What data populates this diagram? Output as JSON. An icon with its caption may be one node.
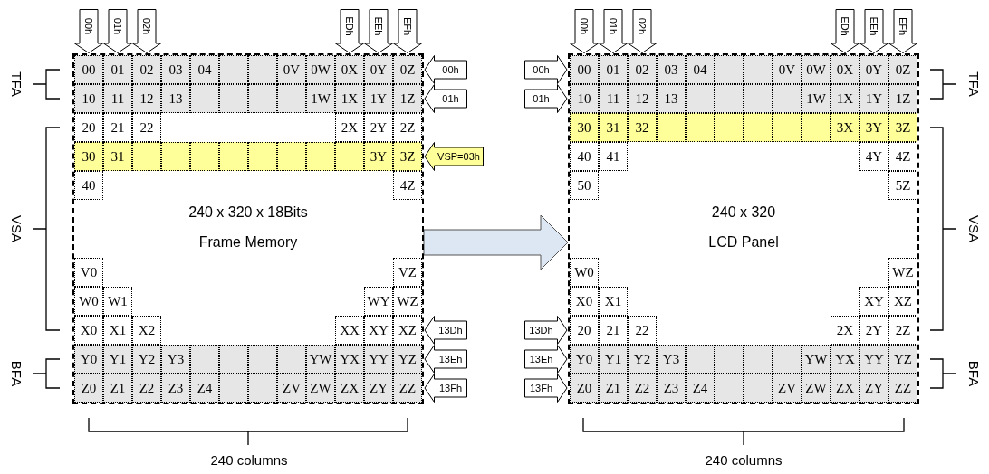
{
  "diagram": {
    "nodes": [
      {
        "text": [
          "240 x 320 x 18Bits",
          "Frame Memory"
        ]
      },
      {
        "text": [
          "00"
        ],
        "in": 0
      },
      {
        "text": [
          "01"
        ],
        "in": 0
      },
      {
        "text": [
          "02"
        ],
        "in": 0
      },
      {
        "text": [
          "03"
        ],
        "in": 0
      },
      {
        "text": [
          "04"
        ],
        "in": 0
      },
      {
        "text": [],
        "shape": "box",
        "in": 0
      },
      {
        "text": [],
        "shape": "box",
        "in": 0
      },
      {
        "text": [
          "0V"
        ],
        "in": 0
      },
      {
        "text": [
          "0W"
        ],
        "in": 0
      },
      {
        "text": [
          "0X"
        ],
        "in": 0
      },
      {
        "text": [
          "0Y"
        ],
        "in": 0
      },
      {
        "text": [
          "0Z"
        ],
        "in": 0
      },
      {
        "text": [
          "10"
        ],
        "in": 0
      },
      {
        "text": [
          "11"
        ],
        "in": 0
      },
      {
        "text": [
          "12"
        ],
        "in": 0
      },
      {
        "text": [
          "13"
        ],
        "in": 0
      },
      {
        "text": [],
        "shape": "box",
        "in": 0
      },
      {
        "text": [],
        "shape": "box",
        "in": 0
      },
      {
        "text": [],
        "shape": "box",
        "in": 0
      },
      {
        "text": [],
        "shape": "box",
        "in": 0
      },
      {
        "text": [
          "1W"
        ],
        "in": 0
      },
      {
        "text": [
          "1X"
        ],
        "in": 0
      },
      {
        "text": [
          "1Y"
        ],
        "in": 0
      },
      {
        "text": [
          "1Z"
        ],
        "in": 0
      },
      {
        "text": [
          "20"
        ],
        "in": 0
      },
      {
        "text": [
          "21"
        ],
        "in": 0
      },
      {
        "text": [
          "22"
        ],
        "in": 0
      },
      {
        "text": [
          "2X"
        ],
        "in": 0
      },
      {
        "text": [
          "2Y"
        ],
        "in": 0
      },
      {
        "text": [
          "2Z"
        ],
        "in": 0
      },
      {
        "text": [
          "30"
        ],
        "in": 0
      },
      {
        "text": [
          "31"
        ],
        "in": 0
      },
      {
        "text": [],
        "shape": "box",
        "in": 0
      },
      {
        "text": [],
        "shape": "box",
        "in": 0
      },
      {
        "text": [],
        "shape": "box",
        "in": 0
      },
      {
        "text": [],
        "shape": "box",
        "in": 0
      },
      {
        "text": [],
        "shape": "box",
        "in": 0
      },
      {
        "text": [],
        "shape": "box",
        "in": 0
      },
      {
        "text": [],
        "shape": "box",
        "in": 0
      },
      {
        "text": [],
        "shape": "box",
        "in": 0
      },
      {
        "text": [
          "3Y"
        ],
        "in": 0
      },
      {
        "text": [
          "3Z"
        ],
        "in": 0
      },
      {
        "text": [
          "40"
        ],
        "in": 0
      },
      {
        "text": [
          "4Z"
        ],
        "in": 0
      },
      {
        "text": [
          "V0"
        ],
        "in": 0
      },
      {
        "text": [
          "VZ"
        ],
        "in": 0
      },
      {
        "text": [
          "W0"
        ],
        "in": 0
      },
      {
        "text": [
          "W1"
        ],
        "in": 0
      },
      {
        "text": [
          "WY"
        ],
        "in": 0
      },
      {
        "text": [
          "WZ"
        ],
        "in": 0
      },
      {
        "text": [
          "X0"
        ],
        "in": 0
      },
      {
        "text": [
          "X1"
        ],
        "in": 0
      },
      {
        "text": [
          "X2"
        ],
        "in": 0
      },
      {
        "text": [
          "XX"
        ],
        "in": 0
      },
      {
        "text": [
          "XY"
        ],
        "in": 0
      },
      {
        "text": [
          "XZ"
        ],
        "in": 0
      },
      {
        "text": [
          "Y0"
        ],
        "in": 0
      },
      {
        "text": [
          "Y1"
        ],
        "in": 0
      },
      {
        "text": [
          "Y2"
        ],
        "in": 0
      },
      {
        "text": [
          "Y3"
        ],
        "in": 0
      },
      {
        "text": [],
        "shape": "box",
        "in": 0
      },
      {
        "text": [],
        "shape": "box",
        "in": 0
      },
      {
        "text": [],
        "shape": "box",
        "in": 0
      },
      {
        "text": [],
        "shape": "box",
        "in": 0
      },
      {
        "text": [
          "YW"
        ],
        "in": 0
      },
      {
        "text": [
          "YX"
        ],
        "in": 0
      },
      {
        "text": [
          "YY"
        ],
        "in": 0
      },
      {
        "text": [
          "YZ"
        ],
        "in": 0
      },
      {
        "text": [
          "Z0"
        ],
        "in": 0
      },
      {
        "text": [
          "Z1"
        ],
        "in": 0
      },
      {
        "text": [
          "Z2"
        ],
        "in": 0
      },
      {
        "text": [
          "Z3"
        ],
        "in": 0
      },
      {
        "text": [
          "Z4"
        ],
        "in": 0
      },
      {
        "text": [],
        "shape": "box",
        "in": 0
      },
      {
        "text": [],
        "shape": "box",
        "in": 0
      },
      {
        "text": [
          "ZV"
        ],
        "in": 0
      },
      {
        "text": [
          "ZW"
        ],
        "in": 0
      },
      {
        "text": [
          "ZX"
        ],
        "in": 0
      },
      {
        "text": [
          "ZY"
        ],
        "in": 0
      },
      {
        "text": [
          "ZZ"
        ],
        "in": 0
      },
      {
        "text": [
          "240 x 320",
          "LCD Panel"
        ]
      },
      {
        "text": [
          "00"
        ],
        "in": 81
      },
      {
        "text": [
          "01"
        ],
        "in": 81
      },
      {
        "text": [
          "02"
        ],
        "in": 81
      },
      {
        "text": [
          "03"
        ],
        "in": 81
      },
      {
        "text": [
          "04"
        ],
        "in": 81
      },
      {
        "text": [],
        "shape": "box",
        "in": 81
      },
      {
        "text": [],
        "shape": "box",
        "in": 81
      },
      {
        "text": [
          "0V"
        ],
        "in": 81
      },
      {
        "text": [
          "0W"
        ],
        "in": 81
      },
      {
        "text": [
          "0X"
        ],
        "in": 81
      },
      {
        "text": [
          "0Y"
        ],
        "in": 81
      },
      {
        "text": [
          "0Z"
        ],
        "in": 81
      },
      {
        "text": [
          "10"
        ],
        "in": 81
      },
      {
        "text": [
          "11"
        ],
        "in": 81
      },
      {
        "text": [
          "12"
        ],
        "in": 81
      },
      {
        "text": [
          "13"
        ],
        "in": 81
      },
      {
        "text": [],
        "shape": "box",
        "in": 81
      },
      {
        "text": [],
        "shape": "box",
        "in": 81
      },
      {
        "text": [],
        "shape": "box",
        "in": 81
      },
      {
        "text": [],
        "shape": "box",
        "in": 81
      },
      {
        "text": [
          "1W"
        ],
        "in": 81
      },
      {
        "text": [
          "1X"
        ],
        "in": 81
      },
      {
        "text": [
          "1Y"
        ],
        "in": 81
      },
      {
        "text": [
          "1Z"
        ],
        "in": 81
      },
      {
        "text": [
          "30"
        ],
        "in": 81
      },
      {
        "text": [
          "31"
        ],
        "in": 81
      },
      {
        "text": [
          "32"
        ],
        "in": 81
      },
      {
        "text": [],
        "shape": "box",
        "in": 81
      },
      {
        "text": [],
        "shape": "box",
        "in": 81
      },
      {
        "text": [],
        "shape": "box",
        "in": 81
      },
      {
        "text": [],
        "shape": "box",
        "in": 81
      },
      {
        "text": [],
        "shape": "box",
        "in": 81
      },
      {
        "text": [],
        "shape": "box",
        "in": 81
      },
      {
        "text": [
          "3X"
        ],
        "in": 81
      },
      {
        "text": [
          "3Y"
        ],
        "in": 81
      },
      {
        "text": [
          "3Z"
        ],
        "in": 81
      },
      {
        "text": [
          "40"
        ],
        "in": 81
      },
      {
        "text": [
          "41"
        ],
        "in": 81
      },
      {
        "text": [
          "4Y"
        ],
        "in": 81
      },
      {
        "text": [
          "4Z"
        ],
        "in": 81
      },
      {
        "text": [
          "50"
        ],
        "in": 81
      },
      {
        "text": [
          "5Z"
        ],
        "in": 81
      },
      {
        "text": [
          "W0"
        ],
        "in": 81
      },
      {
        "text": [
          "WZ"
        ],
        "in": 81
      },
      {
        "text": [
          "X0"
        ],
        "in": 81
      },
      {
        "text": [
          "X1"
        ],
        "in": 81
      },
      {
        "text": [
          "XY"
        ],
        "in": 81
      },
      {
        "text": [
          "XZ"
        ],
        "in": 81
      },
      {
        "text": [
          "20"
        ],
        "in": 81
      },
      {
        "text": [
          "21"
        ],
        "in": 81
      },
      {
        "text": [
          "22"
        ],
        "in": 81
      },
      {
        "text": [
          "2X"
        ],
        "in": 81
      },
      {
        "text": [
          "2Y"
        ],
        "in": 81
      },
      {
        "text": [
          "2Z"
        ],
        "in": 81
      },
      {
        "text": [
          "Y0"
        ],
        "in": 81
      },
      {
        "text": [
          "Y1"
        ],
        "in": 81
      },
      {
        "text": [
          "Y2"
        ],
        "in": 81
      },
      {
        "text": [
          "Y3"
        ],
        "in": 81
      },
      {
        "text": [],
        "shape": "box",
        "in": 81
      },
      {
        "text": [],
        "shape": "box",
        "in": 81
      },
      {
        "text": [],
        "shape": "box",
        "in": 81
      },
      {
        "text": [],
        "shape": "box",
        "in": 81
      },
      {
        "text": [
          "YW"
        ],
        "in": 81
      },
      {
        "text": [
          "YX"
        ],
        "in": 81
      },
      {
        "text": [
          "YY"
        ],
        "in": 81
      },
      {
        "text": [
          "YZ"
        ],
        "in": 81
      },
      {
        "text": [
          "Z0"
        ],
        "in": 81
      },
      {
        "text": [
          "Z1"
        ],
        "in": 81
      },
      {
        "text": [
          "Z2"
        ],
        "in": 81
      },
      {
        "text": [
          "Z3"
        ],
        "in": 81
      },
      {
        "text": [
          "Z4"
        ],
        "in": 81
      },
      {
        "text": [],
        "shape": "box",
        "in": 81
      },
      {
        "text": [],
        "shape": "box",
        "in": 81
      },
      {
        "text": [
          "ZV"
        ],
        "in": 81
      },
      {
        "text": [
          "ZW"
        ],
        "in": 81
      },
      {
        "text": [
          "ZX"
        ],
        "in": 81
      },
      {
        "text": [
          "ZY"
        ],
        "in": 81
      },
      {
        "text": [
          "ZZ"
        ],
        "in": 81
      }
    ],
    "edges": [
      {
        "from": 0,
        "to": 81,
        "arrow": "to",
        "color": "#dde7f3"
      },
      {
        "from": null,
        "to": 1,
        "arrow": "to",
        "label": "00h"
      },
      {
        "from": null,
        "to": 2,
        "arrow": "to",
        "label": "01h"
      },
      {
        "from": null,
        "to": 3,
        "arrow": "to",
        "label": "02h"
      },
      {
        "from": null,
        "to": 10,
        "arrow": "to",
        "label": "EDh"
      },
      {
        "from": null,
        "to": 11,
        "arrow": "to",
        "label": "EEh"
      },
      {
        "from": null,
        "to": 12,
        "arrow": "to",
        "label": "EFh"
      },
      {
        "from": null,
        "to": 12,
        "arrow": "to",
        "label": "00h"
      },
      {
        "from": null,
        "to": 24,
        "arrow": "to",
        "label": "01h"
      },
      {
        "from": null,
        "to": 42,
        "arrow": "to",
        "label": "VSP=03h",
        "color": "#ffff99"
      },
      {
        "from": null,
        "to": 56,
        "arrow": "to",
        "label": "13Dh"
      },
      {
        "from": null,
        "to": 68,
        "arrow": "to",
        "label": "13Eh"
      },
      {
        "from": null,
        "to": 80,
        "arrow": "to",
        "label": "13Fh"
      },
      {
        "from": null,
        "to": 82,
        "arrow": "to",
        "label": "00h"
      },
      {
        "from": null,
        "to": 83,
        "arrow": "to",
        "label": "01h"
      },
      {
        "from": null,
        "to": 84,
        "arrow": "to",
        "label": "02h"
      },
      {
        "from": null,
        "to": 91,
        "arrow": "to",
        "label": "EDh"
      },
      {
        "from": null,
        "to": 92,
        "arrow": "to",
        "label": "EEh"
      },
      {
        "from": null,
        "to": 93,
        "arrow": "to",
        "label": "EFh"
      },
      {
        "from": null,
        "to": 82,
        "arrow": "to",
        "label": "00h"
      },
      {
        "from": null,
        "to": 94,
        "arrow": "to",
        "label": "01h"
      },
      {
        "from": null,
        "to": 130,
        "arrow": "to",
        "label": "13Dh"
      },
      {
        "from": null,
        "to": 136,
        "arrow": "to",
        "label": "13Eh"
      },
      {
        "from": null,
        "to": 148,
        "arrow": "to",
        "label": "13Fh"
      }
    ],
    "labels": [
      "TFA",
      "VSA",
      "BFA",
      "240 columns",
      "TFA",
      "VSA",
      "BFA",
      "240 columns"
    ]
  }
}
